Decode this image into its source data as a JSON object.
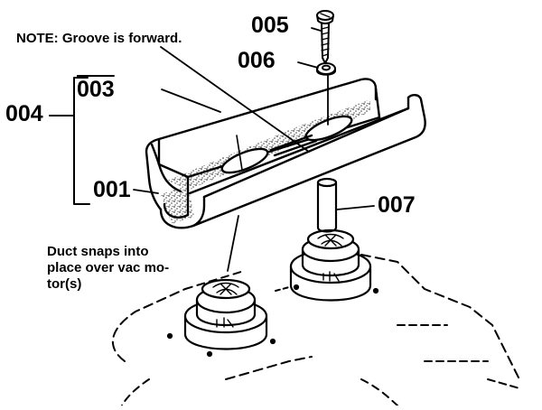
{
  "note": "NOTE: Groove is forward.",
  "callouts": {
    "c001": "001",
    "c003": "003",
    "c004": "004",
    "c005": "005",
    "c006": "006",
    "c007": "007"
  },
  "caption": {
    "line1": "Duct snaps into",
    "line2": "place over vac mo-",
    "line3": "tor(s)"
  },
  "colors": {
    "ink": "#000000",
    "speckle": "#444444",
    "background": "#ffffff"
  }
}
